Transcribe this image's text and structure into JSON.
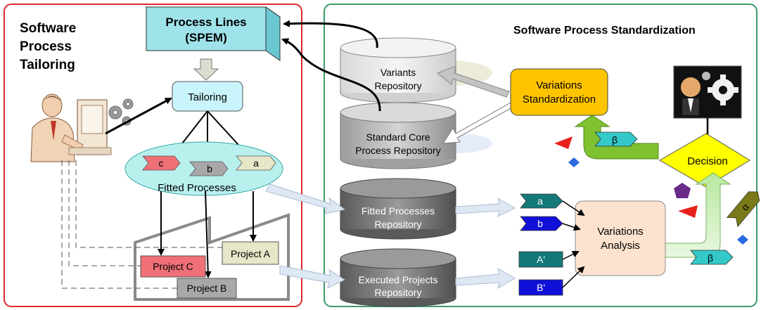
{
  "left_panel": {
    "title_lines": [
      "Software",
      "Process",
      "Tailoring"
    ],
    "process_lines_lines": [
      "Process Lines",
      "(SPEM)"
    ],
    "tailoring": "Tailoring",
    "fitted_processes": "Fitted Processes",
    "tags": [
      "c",
      "b",
      "a"
    ],
    "project_a": "Project A",
    "project_c": "Project C",
    "project_b": "Project B"
  },
  "right_panel": {
    "title": "Software Process Standardization",
    "variants_repo_lines": [
      "Variants",
      "Repository"
    ],
    "standard_core_lines": [
      "Standard Core",
      "Process Repository"
    ],
    "fitted_repo_lines": [
      "Fitted Processes",
      "Repository"
    ],
    "executed_repo_lines": [
      "Executed Projects",
      "Repository"
    ],
    "variations_std_lines": [
      "Variations",
      "Standardization"
    ],
    "variations_analysis_lines": [
      "Variations",
      "Analysis"
    ],
    "decision": "Decision",
    "tags_fitted": [
      "a",
      "b"
    ],
    "tags_executed": [
      "A'",
      "B'"
    ],
    "beta_top": "β",
    "beta_bottom": "β",
    "alpha": "α"
  },
  "colors": {
    "left_border": "#e0282e",
    "right_border": "#3a9a6a",
    "spem_face": "#9fe3ea",
    "tailoring_fill": "#c9f4fb",
    "ellipse_fill": "#b8f0ee",
    "var_std_fill": "#ffc400",
    "var_analysis_fill": "#fde3cf",
    "decision_fill": "#ffff00",
    "green_arrow": "#7ec230",
    "tag_red": "#f07078",
    "tag_gray": "#a8a8a8",
    "tag_cream": "#e6e6c8",
    "tag_teal": "#147878",
    "tag_blue": "#1010d8",
    "tag_cyan": "#34c8c8",
    "tag_olive": "#7a7a18"
  }
}
